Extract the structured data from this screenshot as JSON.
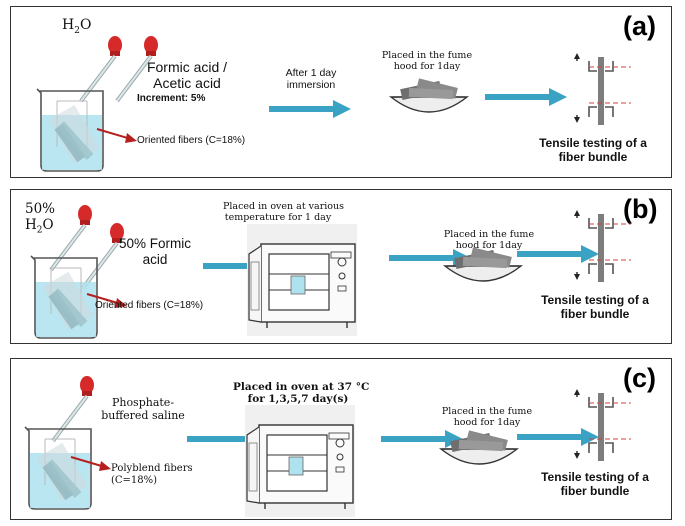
{
  "colors": {
    "arrow": "#3aa2c2",
    "pipette_bulb": "#d62a2a",
    "beaker_liquid": "#aee2ee",
    "fiber_bundle": "#7d7d7d",
    "grip": "#555555",
    "strain_line": "#d04040"
  },
  "panels": [
    {
      "label": "(a)",
      "solvent_top": "H2O",
      "solvent_top_main": "H",
      "solvent_top_sub": "2",
      "solvent_top_tail": "O",
      "solvent_bottom_line1": "Formic acid /",
      "solvent_bottom_line2": "Acetic acid",
      "increment": "Increment: 5%",
      "fiber_label": "Oriented fibers (C=18%)",
      "step2_line1": "After 1 day",
      "step2_line2": "immersion",
      "fume_line1": "Placed in the fume",
      "fume_line2": "hood for 1day",
      "test_line1": "Tensile testing of a",
      "test_line2": "fiber bundle"
    },
    {
      "label": "(b)",
      "solvent_top_line1": "50%",
      "solvent_top_main": "H",
      "solvent_top_sub": "2",
      "solvent_top_tail": "O",
      "solvent_bottom_line1": "50% Formic",
      "solvent_bottom_line2": "acid",
      "fiber_label": "Oriented fibers (C=18%)",
      "oven_line1": "Placed in oven at various",
      "oven_line2": "temperature for 1 day",
      "fume_line1": "Placed in the fume",
      "fume_line2": "hood for 1day",
      "test_line1": "Tensile testing of a",
      "test_line2": "fiber bundle"
    },
    {
      "label": "(c)",
      "solvent_line1": "Phosphate-",
      "solvent_line2": "buffered saline",
      "fiber_line1": "Polyblend fibers",
      "fiber_line2": "(C=18%)",
      "oven_line1": "Placed in oven at  37 °C",
      "oven_line2": "for 1,3,5,7 day(s)",
      "fume_line1": "Placed in the fume",
      "fume_line2": "hood for 1day",
      "test_line1": "Tensile testing of a",
      "test_line2": "fiber bundle"
    }
  ]
}
